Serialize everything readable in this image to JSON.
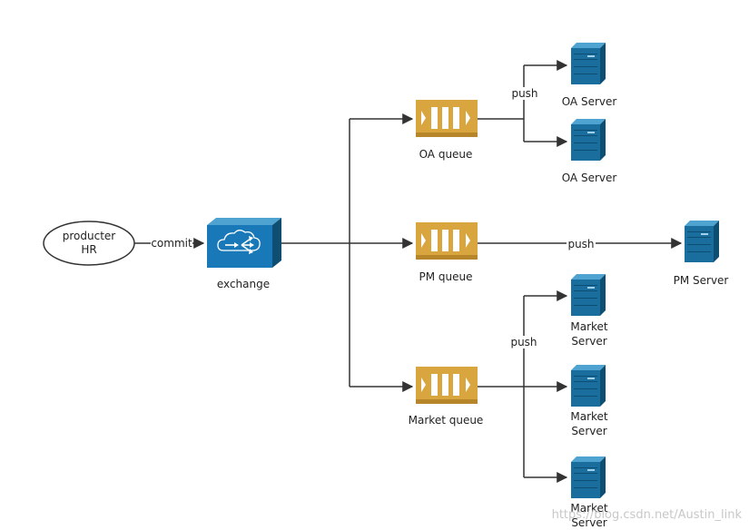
{
  "diagram": {
    "producer": {
      "line1": "producter",
      "line2": "HR"
    },
    "commit_label": "commit",
    "exchange_label": "exchange",
    "queues": {
      "oa": "OA queue",
      "pm": "PM queue",
      "market": "Market queue"
    },
    "push_label": "push",
    "servers": {
      "oa": "OA Server",
      "pm": "PM Server",
      "market_line1": "Market",
      "market_line2": "Server"
    }
  },
  "watermark": "https://blog.csdn.net/Austin_link",
  "colors": {
    "queue_fill": "#D9A53E",
    "queue_shadow": "#B8862A",
    "exchange_fill": "#1878B8",
    "server_fill": "#1A6E9E",
    "line": "#333333"
  }
}
